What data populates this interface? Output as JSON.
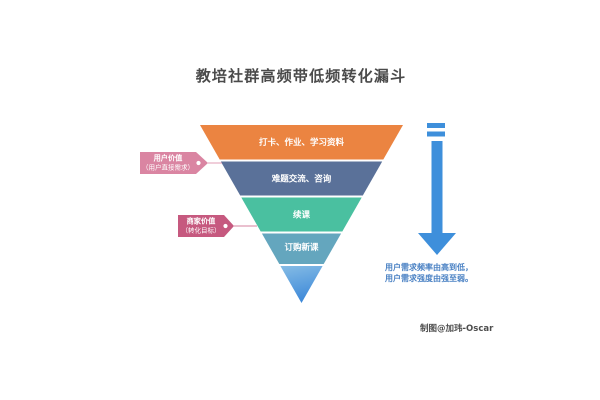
{
  "title": "教培社群高频带低频转化漏斗",
  "title_color": "#4a4a4a",
  "funnel": {
    "layers": [
      {
        "label": "打卡、作业、学习资料",
        "color": "#EB8441"
      },
      {
        "label": "难题交流、咨询",
        "color": "#5A7199"
      },
      {
        "label": "续课",
        "color": "#4AC0A0"
      },
      {
        "label": "订购新课",
        "color": "#64A6BE"
      },
      {
        "label": "",
        "color_top": "#85BCE5",
        "color_bottom": "#3F8AD9"
      }
    ]
  },
  "tags": [
    {
      "title": "用户价值",
      "subtitle": "（用户直接需求）",
      "color": "#DA85A2"
    },
    {
      "title": "商家价值",
      "subtitle": "（转化目标）",
      "color": "#C6597F"
    }
  ],
  "arrow": {
    "color": "#3E8FDB",
    "caption_color": "#4B82C4",
    "caption_lines": [
      "用户需求频率由高到低，",
      "用户需求强度由强至弱。"
    ]
  },
  "credit": "制图@加玮-Oscar"
}
